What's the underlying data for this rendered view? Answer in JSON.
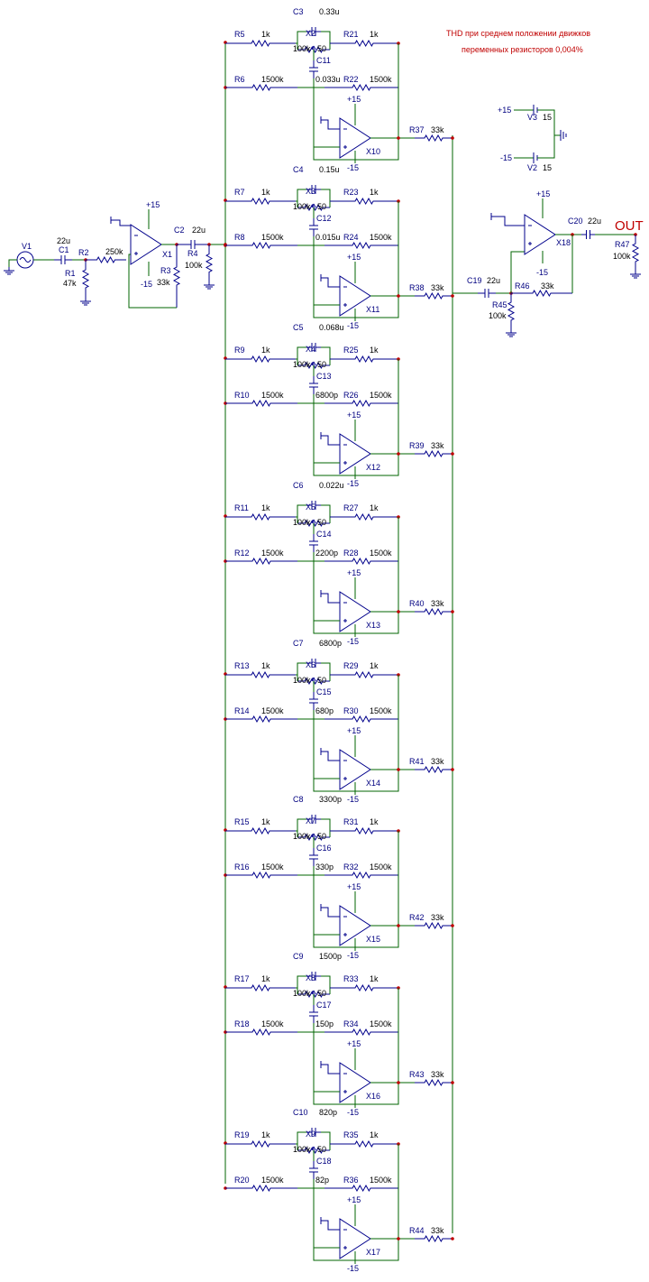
{
  "notes": {
    "line1": "THD при среднем положении движков",
    "line2": "переменных резисторов 0,004%"
  },
  "output_label": "OUT",
  "input": {
    "source": "V1",
    "c1": {
      "name": "C1",
      "value": "22u"
    },
    "r1": {
      "name": "R1",
      "value": "47k"
    },
    "r2": {
      "name": "R2",
      "value": "250k"
    },
    "x1": "X1",
    "r3": {
      "name": "R3",
      "value": "33k"
    },
    "c2": {
      "name": "C2",
      "value": "22u"
    },
    "r4": {
      "name": "R4",
      "value": "100k"
    },
    "p15": "+15",
    "m15": "-15"
  },
  "supply": {
    "v3": {
      "name": "V3",
      "pos": "+15",
      "value": "15"
    },
    "v2": {
      "name": "V2",
      "neg": "-15",
      "value": "15"
    }
  },
  "output_stage": {
    "c19": {
      "name": "C19",
      "value": "22u"
    },
    "r45": {
      "name": "R45",
      "value": "100k"
    },
    "r46": {
      "name": "R46",
      "value": "33k"
    },
    "x18": "X18",
    "c20": {
      "name": "C20",
      "value": "22u"
    },
    "r47": {
      "name": "R47",
      "value": "100k"
    },
    "p15": "+15",
    "m15": "-15"
  },
  "bands": [
    {
      "r_top_l": "R5",
      "r_top_l_v": "1k",
      "c_top": "C3",
      "c_top_v": "0.33u",
      "pot": "X2",
      "pot_l": "100k",
      "pot_r": "50",
      "r_top_r": "R21",
      "r_top_r_v": "1k",
      "c_mid": "C11",
      "c_mid_v": "0.033u",
      "r_bot_l": "R6",
      "r_bot_l_v": "1500k",
      "r_bot_r": "R22",
      "r_bot_r_v": "1500k",
      "op": "X10",
      "r_out": "R37",
      "r_out_v": "33k",
      "p15": "+15",
      "m15": "-15"
    },
    {
      "r_top_l": "R7",
      "r_top_l_v": "1k",
      "c_top": "C4",
      "c_top_v": "0.15u",
      "pot": "X3",
      "pot_l": "100k",
      "pot_r": "50",
      "r_top_r": "R23",
      "r_top_r_v": "1k",
      "c_mid": "C12",
      "c_mid_v": "0.015u",
      "r_bot_l": "R8",
      "r_bot_l_v": "1500k",
      "r_bot_r": "R24",
      "r_bot_r_v": "1500k",
      "op": "X11",
      "r_out": "R38",
      "r_out_v": "33k",
      "p15": "+15",
      "m15": "-15"
    },
    {
      "r_top_l": "R9",
      "r_top_l_v": "1k",
      "c_top": "C5",
      "c_top_v": "0.068u",
      "pot": "X4",
      "pot_l": "100k",
      "pot_r": "50",
      "r_top_r": "R25",
      "r_top_r_v": "1k",
      "c_mid": "C13",
      "c_mid_v": "6800p",
      "r_bot_l": "R10",
      "r_bot_l_v": "1500k",
      "r_bot_r": "R26",
      "r_bot_r_v": "1500k",
      "op": "X12",
      "r_out": "R39",
      "r_out_v": "33k",
      "p15": "+15",
      "m15": "-15"
    },
    {
      "r_top_l": "R11",
      "r_top_l_v": "1k",
      "c_top": "C6",
      "c_top_v": "0.022u",
      "pot": "X5",
      "pot_l": "100k",
      "pot_r": "50",
      "r_top_r": "R27",
      "r_top_r_v": "1k",
      "c_mid": "C14",
      "c_mid_v": "2200p",
      "r_bot_l": "R12",
      "r_bot_l_v": "1500k",
      "r_bot_r": "R28",
      "r_bot_r_v": "1500k",
      "op": "X13",
      "r_out": "R40",
      "r_out_v": "33k",
      "p15": "+15",
      "m15": "-15"
    },
    {
      "r_top_l": "R13",
      "r_top_l_v": "1k",
      "c_top": "C7",
      "c_top_v": "6800p",
      "pot": "X6",
      "pot_l": "100k",
      "pot_r": "50",
      "r_top_r": "R29",
      "r_top_r_v": "1k",
      "c_mid": "C15",
      "c_mid_v": "680p",
      "r_bot_l": "R14",
      "r_bot_l_v": "1500k",
      "r_bot_r": "R30",
      "r_bot_r_v": "1500k",
      "op": "X14",
      "r_out": "R41",
      "r_out_v": "33k",
      "p15": "+15",
      "m15": "-15"
    },
    {
      "r_top_l": "R15",
      "r_top_l_v": "1k",
      "c_top": "C8",
      "c_top_v": "3300p",
      "pot": "X7",
      "pot_l": "100k",
      "pot_r": "50",
      "r_top_r": "R31",
      "r_top_r_v": "1k",
      "c_mid": "C16",
      "c_mid_v": "330p",
      "r_bot_l": "R16",
      "r_bot_l_v": "1500k",
      "r_bot_r": "R32",
      "r_bot_r_v": "1500k",
      "op": "X15",
      "r_out": "R42",
      "r_out_v": "33k",
      "p15": "+15",
      "m15": "-15"
    },
    {
      "r_top_l": "R17",
      "r_top_l_v": "1k",
      "c_top": "C9",
      "c_top_v": "1500p",
      "pot": "X8",
      "pot_l": "100k",
      "pot_r": "50",
      "r_top_r": "R33",
      "r_top_r_v": "1k",
      "c_mid": "C17",
      "c_mid_v": "150p",
      "r_bot_l": "R18",
      "r_bot_l_v": "1500k",
      "r_bot_r": "R34",
      "r_bot_r_v": "1500k",
      "op": "X16",
      "r_out": "R43",
      "r_out_v": "33k",
      "p15": "+15",
      "m15": "-15"
    },
    {
      "r_top_l": "R19",
      "r_top_l_v": "1k",
      "c_top": "C10",
      "c_top_v": "820p",
      "pot": "X9",
      "pot_l": "100k",
      "pot_r": "50",
      "r_top_r": "R35",
      "r_top_r_v": "1k",
      "c_mid": "C18",
      "c_mid_v": "82p",
      "r_bot_l": "R20",
      "r_bot_l_v": "1500k",
      "r_bot_r": "R36",
      "r_bot_r_v": "1500k",
      "op": "X17",
      "r_out": "R44",
      "r_out_v": "33k",
      "p15": "+15",
      "m15": "-15"
    }
  ]
}
